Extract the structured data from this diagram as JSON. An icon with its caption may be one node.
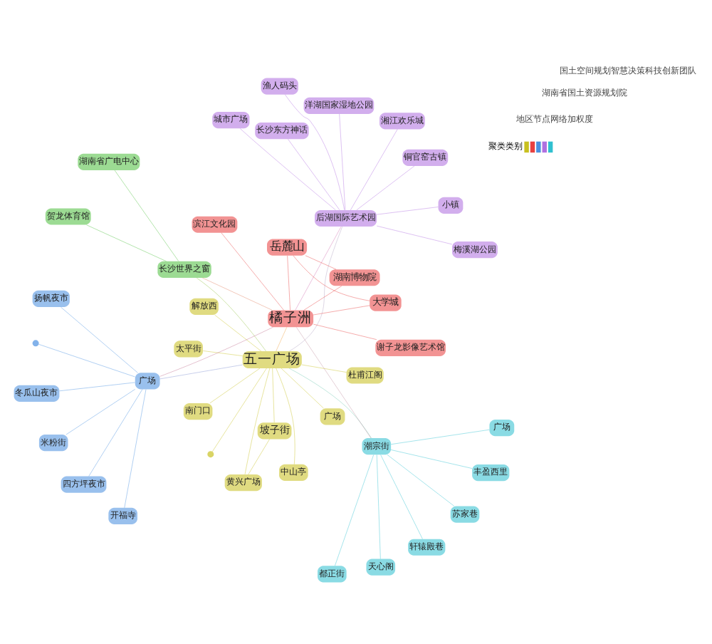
{
  "diagram": {
    "nodes": [
      {
        "text": [
          "五一广场"
        ]
      },
      {
        "text": [
          "坡子街"
        ]
      },
      {
        "text": [
          "黄兴广场"
        ]
      },
      {
        "text": [
          "解放西"
        ]
      },
      {
        "text": [
          "杜甫江阁"
        ]
      },
      {
        "text": [
          "太平街"
        ]
      },
      {
        "text": [
          "南门口"
        ]
      },
      {
        "text": [
          "广场"
        ]
      },
      {
        "text": [],
        "shape": "circle"
      },
      {
        "text": [
          "中山亭"
        ]
      },
      {
        "text": [
          "橘子洲"
        ]
      },
      {
        "text": [
          "岳麓山"
        ]
      },
      {
        "text": [
          "大学城"
        ]
      },
      {
        "text": [
          "湖南博物院"
        ]
      },
      {
        "text": [
          "滨江文化园"
        ]
      },
      {
        "text": [
          "谢子龙影像艺术馆"
        ]
      },
      {
        "text": [
          "广场"
        ]
      },
      {
        "text": [],
        "shape": "circle"
      },
      {
        "text": [
          "米粉街"
        ]
      },
      {
        "text": [
          "冬瓜山夜市"
        ]
      },
      {
        "text": [
          "四方坪夜市"
        ]
      },
      {
        "text": [
          "开福寺"
        ]
      },
      {
        "text": [
          "扬帆夜市"
        ]
      },
      {
        "text": [
          "潮宗街"
        ]
      },
      {
        "text": [
          "广场"
        ]
      },
      {
        "text": [
          "天心阁"
        ]
      },
      {
        "text": [
          "苏家巷"
        ]
      },
      {
        "text": [
          "丰盈西里"
        ]
      },
      {
        "text": [
          "都正街"
        ]
      },
      {
        "text": [
          "轩辕殿巷"
        ]
      },
      {
        "text": [
          "后湖国际艺术园"
        ]
      },
      {
        "text": [
          "小镇"
        ]
      },
      {
        "text": [
          "长沙东方神话"
        ]
      },
      {
        "text": [
          "渔人码头"
        ]
      },
      {
        "text": [
          "铜官窑古镇"
        ]
      },
      {
        "text": [
          "梅溪湖公园"
        ]
      },
      {
        "text": [
          "洋湖国家湿地公园"
        ]
      },
      {
        "text": [
          "湘江欢乐城"
        ]
      },
      {
        "text": [
          "城市广场"
        ]
      },
      {
        "text": [
          "长沙世界之窗"
        ]
      },
      {
        "text": [
          "湖南省广电中心"
        ]
      },
      {
        "text": [
          "贺龙体育馆"
        ]
      }
    ],
    "edges": [
      {
        "from": 0,
        "to": 1,
        "arrow": "none",
        "color": "#c8c020"
      },
      {
        "from": 0,
        "to": 2,
        "arrow": "none",
        "color": "#c8c020"
      },
      {
        "from": 0,
        "to": 3,
        "arrow": "none",
        "color": "#c8c020"
      },
      {
        "from": 0,
        "to": 4,
        "arrow": "none",
        "color": "#c8c020"
      },
      {
        "from": 0,
        "to": 5,
        "arrow": "none",
        "color": "#c8c020"
      },
      {
        "from": 0,
        "to": 6,
        "arrow": "none",
        "color": "#c8c020"
      },
      {
        "from": 0,
        "to": 7,
        "arrow": "none",
        "color": "#c8c020"
      },
      {
        "from": 0,
        "to": 8,
        "arrow": "none",
        "color": "#c8c020"
      },
      {
        "from": 0,
        "to": 9,
        "arrow": "none",
        "color": "#c8c020"
      },
      {
        "from": 10,
        "to": 11,
        "arrow": "none",
        "color": "#e84040"
      },
      {
        "from": 10,
        "to": 12,
        "arrow": "none",
        "color": "#e84040"
      },
      {
        "from": 10,
        "to": 13,
        "arrow": "none",
        "color": "#e84040"
      },
      {
        "from": 10,
        "to": 14,
        "arrow": "none",
        "color": "#e84040"
      },
      {
        "from": 10,
        "to": 15,
        "arrow": "none",
        "color": "#e84040"
      },
      {
        "from": 16,
        "to": 17,
        "arrow": "none",
        "color": "#4a90e0"
      },
      {
        "from": 16,
        "to": 18,
        "arrow": "none",
        "color": "#4a90e0"
      },
      {
        "from": 16,
        "to": 19,
        "arrow": "none",
        "color": "#4a90e0"
      },
      {
        "from": 16,
        "to": 20,
        "arrow": "none",
        "color": "#4a90e0"
      },
      {
        "from": 16,
        "to": 21,
        "arrow": "none",
        "color": "#4a90e0"
      },
      {
        "from": 16,
        "to": 22,
        "arrow": "none",
        "color": "#4a90e0"
      },
      {
        "from": 23,
        "to": 24,
        "arrow": "none",
        "color": "#30c0d0"
      },
      {
        "from": 23,
        "to": 25,
        "arrow": "none",
        "color": "#30c0d0"
      },
      {
        "from": 23,
        "to": 26,
        "arrow": "none",
        "color": "#30c0d0"
      },
      {
        "from": 23,
        "to": 27,
        "arrow": "none",
        "color": "#30c0d0"
      },
      {
        "from": 23,
        "to": 28,
        "arrow": "none",
        "color": "#30c0d0"
      },
      {
        "from": 23,
        "to": 29,
        "arrow": "none",
        "color": "#30c0d0"
      },
      {
        "from": 30,
        "to": 31,
        "arrow": "none",
        "color": "#b070e0"
      },
      {
        "from": 30,
        "to": 32,
        "arrow": "none",
        "color": "#b070e0"
      },
      {
        "from": 30,
        "to": 33,
        "arrow": "none",
        "color": "#b070e0"
      },
      {
        "from": 30,
        "to": 34,
        "arrow": "none",
        "color": "#b070e0"
      },
      {
        "from": 30,
        "to": 35,
        "arrow": "none",
        "color": "#b070e0"
      },
      {
        "from": 30,
        "to": 36,
        "arrow": "none",
        "color": "#b070e0"
      },
      {
        "from": 30,
        "to": 37,
        "arrow": "none",
        "color": "#b070e0"
      },
      {
        "from": 30,
        "to": 38,
        "arrow": "none",
        "color": "#b070e0"
      },
      {
        "from": 39,
        "to": 40,
        "arrow": "none",
        "color": "#50c040"
      },
      {
        "from": 39,
        "to": 41,
        "arrow": "none",
        "color": "#50c040"
      },
      {
        "from": 0,
        "to": 10,
        "arrow": "none",
        "color": "#f0a040"
      },
      {
        "from": 0,
        "to": 16,
        "arrow": "none",
        "color": "#8090d0"
      },
      {
        "from": 0,
        "to": 23,
        "arrow": "none",
        "color": "#70c8b0"
      },
      {
        "from": 0,
        "to": 30,
        "arrow": "none",
        "color": "#b0a0c0"
      },
      {
        "from": 0,
        "to": 39,
        "arrow": "none",
        "color": "#90c040"
      },
      {
        "from": 10,
        "to": 16,
        "arrow": "none",
        "color": "#c07090"
      },
      {
        "from": 10,
        "to": 23,
        "arrow": "none",
        "color": "#c090a0"
      },
      {
        "from": 10,
        "to": 30,
        "arrow": "none",
        "color": "#d070b0"
      },
      {
        "from": 10,
        "to": 39,
        "arrow": "none",
        "color": "#e08060"
      },
      {
        "from": 11,
        "to": 12,
        "arrow": "none",
        "color": "#e84040"
      },
      {
        "from": 11,
        "to": 13,
        "arrow": "none",
        "color": "#e84040"
      },
      {
        "from": 1,
        "to": 2,
        "arrow": "none",
        "color": "#c8c020"
      }
    ],
    "labels": [
      "聚类类别",
      "地区节点网络加权度",
      "湖南省国土资源规划院",
      "国土空间规划智慧决策科技创新团队"
    ]
  }
}
